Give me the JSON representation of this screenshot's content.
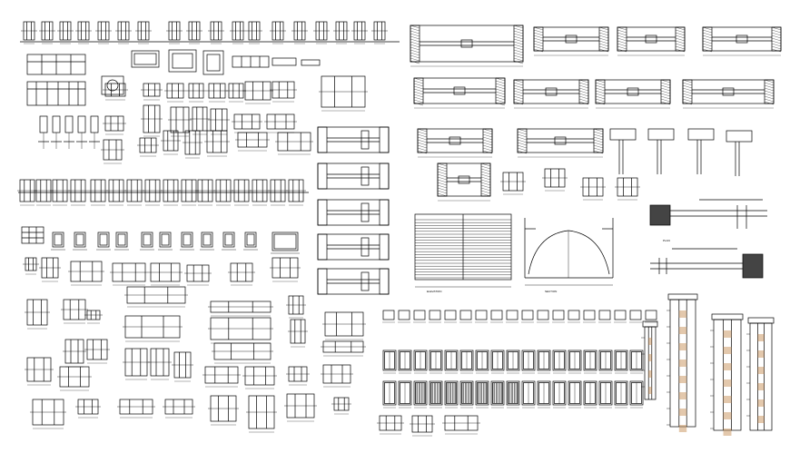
{
  "sheet": {
    "kind": "cad-door-window-detail-sheet",
    "background_color": "#ffffff",
    "line_color": "#000000",
    "hatch_color": "#c8915a"
  },
  "regions": [
    {
      "name": "elevation-row-top-left",
      "items": 19
    },
    {
      "name": "cabinet-elevations-left",
      "items": 14
    },
    {
      "name": "door-section-grid-left-center",
      "items": 18
    },
    {
      "name": "elevation-row-middle-left",
      "items": 20
    },
    {
      "name": "window-elevation-row-left",
      "items": 13
    },
    {
      "name": "panel-details-lower-left",
      "items": 22
    },
    {
      "name": "section-details-center-column",
      "items": 5
    },
    {
      "name": "plan-details-top-right",
      "items": 12
    },
    {
      "name": "rolling-shutter-elevation",
      "items": 1
    },
    {
      "name": "double-swing-door-plan",
      "items": 1
    },
    {
      "name": "sill-details-right",
      "items": 2
    },
    {
      "name": "door-elevation-rows-bottom-center",
      "items": 48
    },
    {
      "name": "tall-wall-sections-right",
      "items": 4
    }
  ],
  "annotations": [
    {
      "name": "elevation-title",
      "text": "ELEVATION"
    },
    {
      "name": "section-title",
      "text": "SECTION"
    },
    {
      "name": "plan-title",
      "text": "PLAN"
    }
  ]
}
